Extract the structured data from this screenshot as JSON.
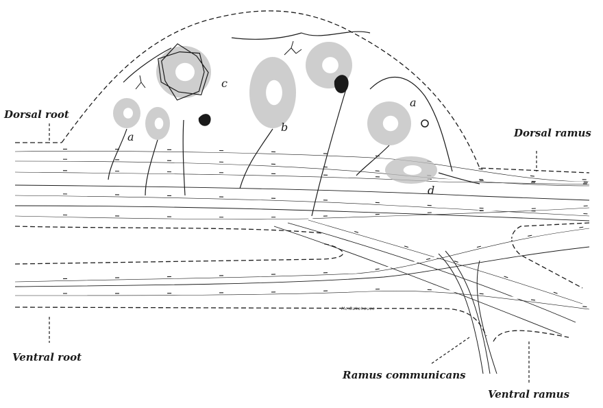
{
  "labels": {
    "dorsal_root": "Dorsal root",
    "dorsal_ramus": "Dorsal ramus",
    "ventral_root": "Ventral root",
    "ramus_communicans": "Ramus communicans",
    "ventral_ramus": "Ventral ramus"
  },
  "cell_letters": {
    "a1": "a",
    "a2": "a",
    "b": "b",
    "c": "c",
    "d": "d"
  },
  "signature": "Mc.Bakehouse",
  "colors": {
    "ink": "#1a1a1a",
    "stipple": "#bdbdbd",
    "background": "#ffffff"
  }
}
